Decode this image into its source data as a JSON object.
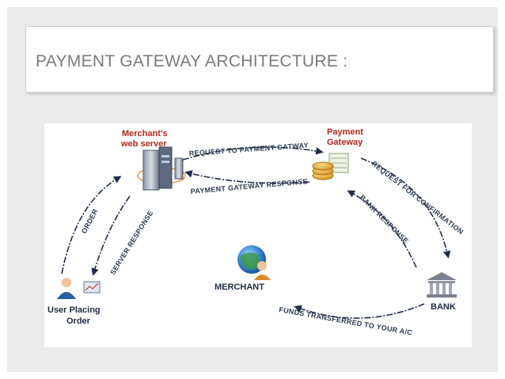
{
  "title": "PAYMENT GATEWAY ARCHITECTURE :",
  "nodes": {
    "web_server": {
      "line1": "Merchant's",
      "line2": "web server"
    },
    "gateway": {
      "line1": "Payment",
      "line2": "Gateway"
    },
    "bank": {
      "line1": "BANK"
    },
    "merchant": {
      "line1": "MERCHANT"
    },
    "user": {
      "line1": "User Placing",
      "line2": "Order"
    }
  },
  "flows": {
    "request_to_gateway": "REQUEST  TO PAYMENT GATWAY",
    "gateway_response": "PAYMENT GATEWAY RESPONSE",
    "request_confirmation": "REQUEST   FOR CONFIRMATION",
    "bank_response": "BANK RESPONSE",
    "funds_transferred": "FUNDS TRANSFERRED TO YOUR A/C",
    "order": "ORDER",
    "server_response": "SERVER RESPONSE"
  },
  "colors": {
    "accent_label": "#b5291c",
    "node_label": "#1f2a44",
    "arrow": "#1f2d4a"
  }
}
